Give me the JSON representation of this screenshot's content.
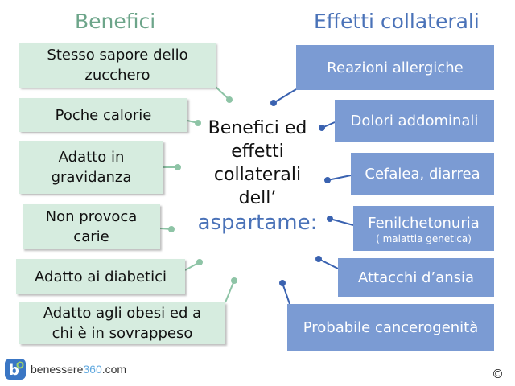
{
  "headings": {
    "left": "Benefici",
    "right": "Effetti collaterali"
  },
  "center": {
    "line1": "Benefici ed",
    "line2": "effetti",
    "line3": "collaterali",
    "line4": "dell’",
    "accent": "aspartame:"
  },
  "benefici": [
    "Stesso sapore dello zucchero",
    "Poche calorie",
    "Adatto in gravidanza",
    "Non provoca carie",
    "Adatto ai diabetici",
    "Adatto agli obesi ed a chi è in sovrappeso"
  ],
  "effetti": [
    {
      "label": "Reazioni allergiche",
      "sub": ""
    },
    {
      "label": "Dolori addominali",
      "sub": ""
    },
    {
      "label": "Cefalea, diarrea",
      "sub": ""
    },
    {
      "label": "Fenilchetonuria",
      "sub": "( malattia genetica)"
    },
    {
      "label": "Attacchi d’ansia",
      "sub": ""
    },
    {
      "label": "Probabile cancerogenità",
      "sub": ""
    }
  ],
  "logo": {
    "name": "benessere",
    "number": "360",
    "suffix": ".com"
  },
  "copyright": "©",
  "colors": {
    "green_box": "#d6ecdf",
    "green_line": "#8ec4a6",
    "blue_box": "#7b9bd3",
    "blue_line": "#3a62b0"
  }
}
